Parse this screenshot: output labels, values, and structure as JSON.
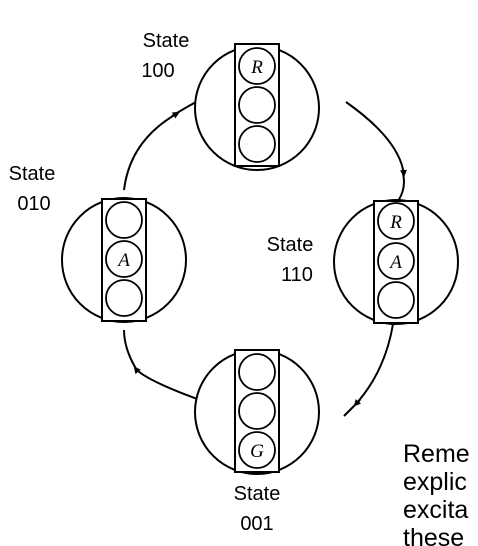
{
  "diagram": {
    "states": [
      {
        "id": "s100",
        "label_line1": "State",
        "label_line2": "100",
        "lamps": [
          "R",
          "",
          ""
        ]
      },
      {
        "id": "s110",
        "label_line1": "State",
        "label_line2": "110",
        "lamps": [
          "R",
          "A",
          ""
        ]
      },
      {
        "id": "s001",
        "label_line1": "State",
        "label_line2": "001",
        "lamps": [
          "",
          "",
          "G"
        ]
      },
      {
        "id": "s010",
        "label_line1": "State",
        "label_line2": "010",
        "lamps": [
          "",
          "A",
          ""
        ]
      }
    ],
    "transitions": [
      {
        "from": "s100",
        "to": "s110"
      },
      {
        "from": "s110",
        "to": "s001"
      },
      {
        "from": "s001",
        "to": "s010"
      },
      {
        "from": "s010",
        "to": "s100"
      }
    ],
    "side_text": [
      "Reme",
      "explic",
      "excita",
      "these"
    ],
    "stroke_color": "#000000"
  }
}
